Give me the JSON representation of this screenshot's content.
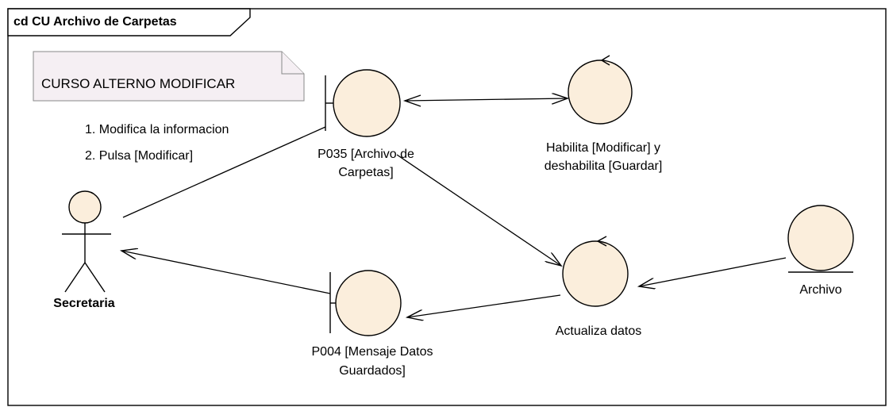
{
  "diagram": {
    "title": "cd CU Archivo de Carpetas",
    "note": "CURSO ALTERNO MODIFICAR",
    "steps": [
      "1. Modifica la informacion",
      "2. Pulsa [Modificar]"
    ],
    "actor": "Secretaria",
    "boundaries": [
      {
        "id": "p035",
        "label_lines": [
          "P035 [Archivo de",
          "Carpetas]"
        ]
      },
      {
        "id": "p004",
        "label_lines": [
          "P004 [Mensaje Datos",
          "Guardados]"
        ]
      }
    ],
    "controls": [
      {
        "id": "habilita",
        "label_lines": [
          "Habilita [Modificar] y",
          "deshabilita [Guardar]"
        ]
      },
      {
        "id": "actualiza",
        "label_lines": [
          "Actualiza datos"
        ]
      }
    ],
    "entities": [
      {
        "id": "archivo",
        "label": "Archivo"
      }
    ],
    "colors": {
      "element_fill": "#FBEEDC",
      "note_fill": "#F5EFF3",
      "stroke": "#000000"
    }
  }
}
